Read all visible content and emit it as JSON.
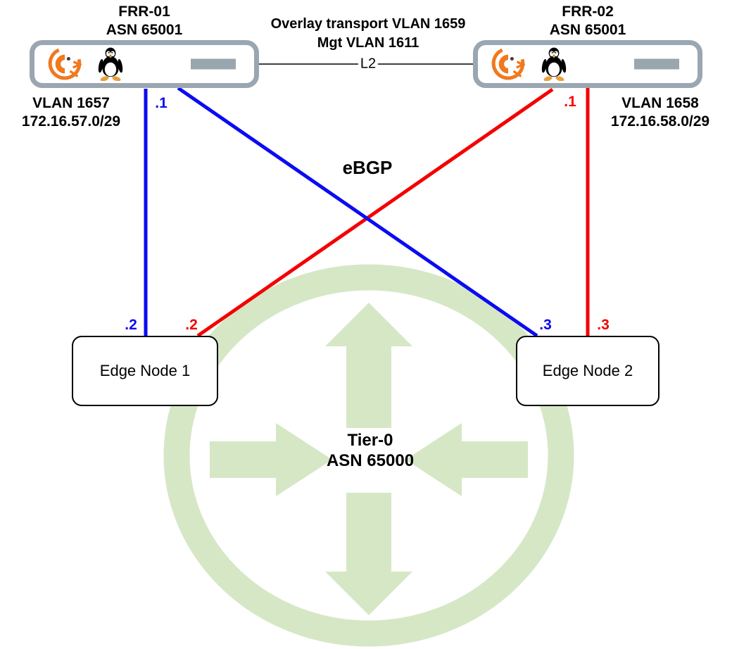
{
  "colors": {
    "blue": "#0b0bf2",
    "red": "#f40000",
    "green": "#d6e7c6",
    "device_border": "#9aa6b1",
    "slot": "#9aa6ae",
    "frr_orange": "#f0791f",
    "text": "#000000"
  },
  "routers": {
    "frr01": {
      "name": "FRR-01",
      "asn": "ASN 65001"
    },
    "frr02": {
      "name": "FRR-02",
      "asn": "ASN 65001"
    }
  },
  "interconnect": {
    "line1": "Overlay transport VLAN 1659",
    "line2": "Mgt VLAN 1611",
    "link_label": "L2"
  },
  "subnets": {
    "left": {
      "vlan": "VLAN 1657",
      "cidr": "172.16.57.0/29"
    },
    "right": {
      "vlan": "VLAN 1658",
      "cidr": "172.16.58.0/29"
    }
  },
  "bgp": {
    "session_label": "eBGP"
  },
  "router_ips": {
    "frr01_blue": ".1",
    "frr02_red": ".1"
  },
  "edge_nodes": {
    "node1": {
      "label": "Edge Node 1",
      "blue_ip": ".2",
      "red_ip": ".2"
    },
    "node2": {
      "label": "Edge Node 2",
      "blue_ip": ".3",
      "red_ip": ".3"
    }
  },
  "tier0": {
    "name": "Tier-0",
    "asn": "ASN 65000"
  },
  "icons": {
    "frr_logo": "frrouting-logo",
    "tux": "linux-tux-logo",
    "tier0_icon": "router-arrows-icon",
    "slot": "device-slot"
  }
}
